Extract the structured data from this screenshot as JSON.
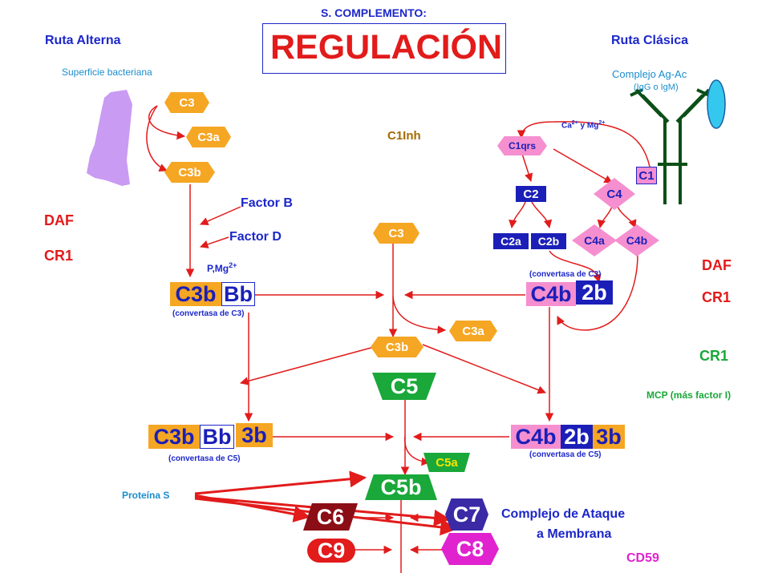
{
  "header": {
    "top_label": "S. COMPLEMENTO:",
    "title": "REGULACIÓN"
  },
  "left": {
    "heading": "Ruta Alterna",
    "surface": "Superficie bacteriana",
    "c3": "C3",
    "c3a": "C3a",
    "c3b": "C3b",
    "factor_b": "Factor B",
    "factor_d": "Factor D",
    "cofactors_base": "P,Mg",
    "cofactors_sup": "2+",
    "daf": "DAF",
    "cr1": "CR1",
    "conv3_a": "C3b",
    "conv3_b": "Bb",
    "conv3_caption": "(convertasa de C3)",
    "conv5_a": "C3b",
    "conv5_b": "Bb",
    "conv5_c": "3b",
    "conv5_caption": "(convertasa de C5)"
  },
  "right": {
    "heading": "Ruta Clásica",
    "complex": "Complejo Ag-Ac",
    "complex_sub": "(IgG o IgM)",
    "ions": "Ca",
    "ions_sup1": "2+",
    "ions_mid": " y Mg",
    "ions_sup2": "2+",
    "c1qrs": "C1qrs",
    "c1": "C1",
    "c2": "C2",
    "c4": "C4",
    "c2a": "C2a",
    "c2b": "C2b",
    "c4a": "C4a",
    "c4b": "C4b",
    "conv3_caption": "(convertasa de C3)",
    "conv3_a": "C4b",
    "conv3_b": "2b",
    "daf": "DAF",
    "cr1": "CR1",
    "cr1_2": "CR1",
    "mcp": "MCP (más factor I)",
    "conv5_a": "C4b",
    "conv5_b": "2b",
    "conv5_c": "3b",
    "conv5_caption": "(convertasa de C5)"
  },
  "center": {
    "c1inh": "C1Inh",
    "c3": "C3",
    "c3a": "C3a",
    "c3b": "C3b",
    "c5": "C5",
    "c5a": "C5a",
    "c5b": "C5b",
    "c6": "C6",
    "c7": "C7",
    "c8": "C8",
    "c9": "C9",
    "protein_s": "Proteína S",
    "mac_line1": "Complejo de Ataque",
    "mac_line2": "a Membrana",
    "cd59": "CD59"
  },
  "colors": {
    "orange": "#f5a623",
    "red_arrow": "#e21b1b",
    "blue_text": "#1c27c9",
    "navy_box": "#1b1fb8",
    "pink": "#f58fcf",
    "green_hex": "#19a839",
    "maroon": "#8b0d16",
    "purple_box": "#3a2aa6",
    "magenta": "#e022cf",
    "lavender": "#c99bf2",
    "dark_green": "#0b4f17",
    "cyan": "#35c8ef",
    "teal_text": "#1b8dcd",
    "gold_text": "#b58a00",
    "brown_text": "#a36a00"
  }
}
